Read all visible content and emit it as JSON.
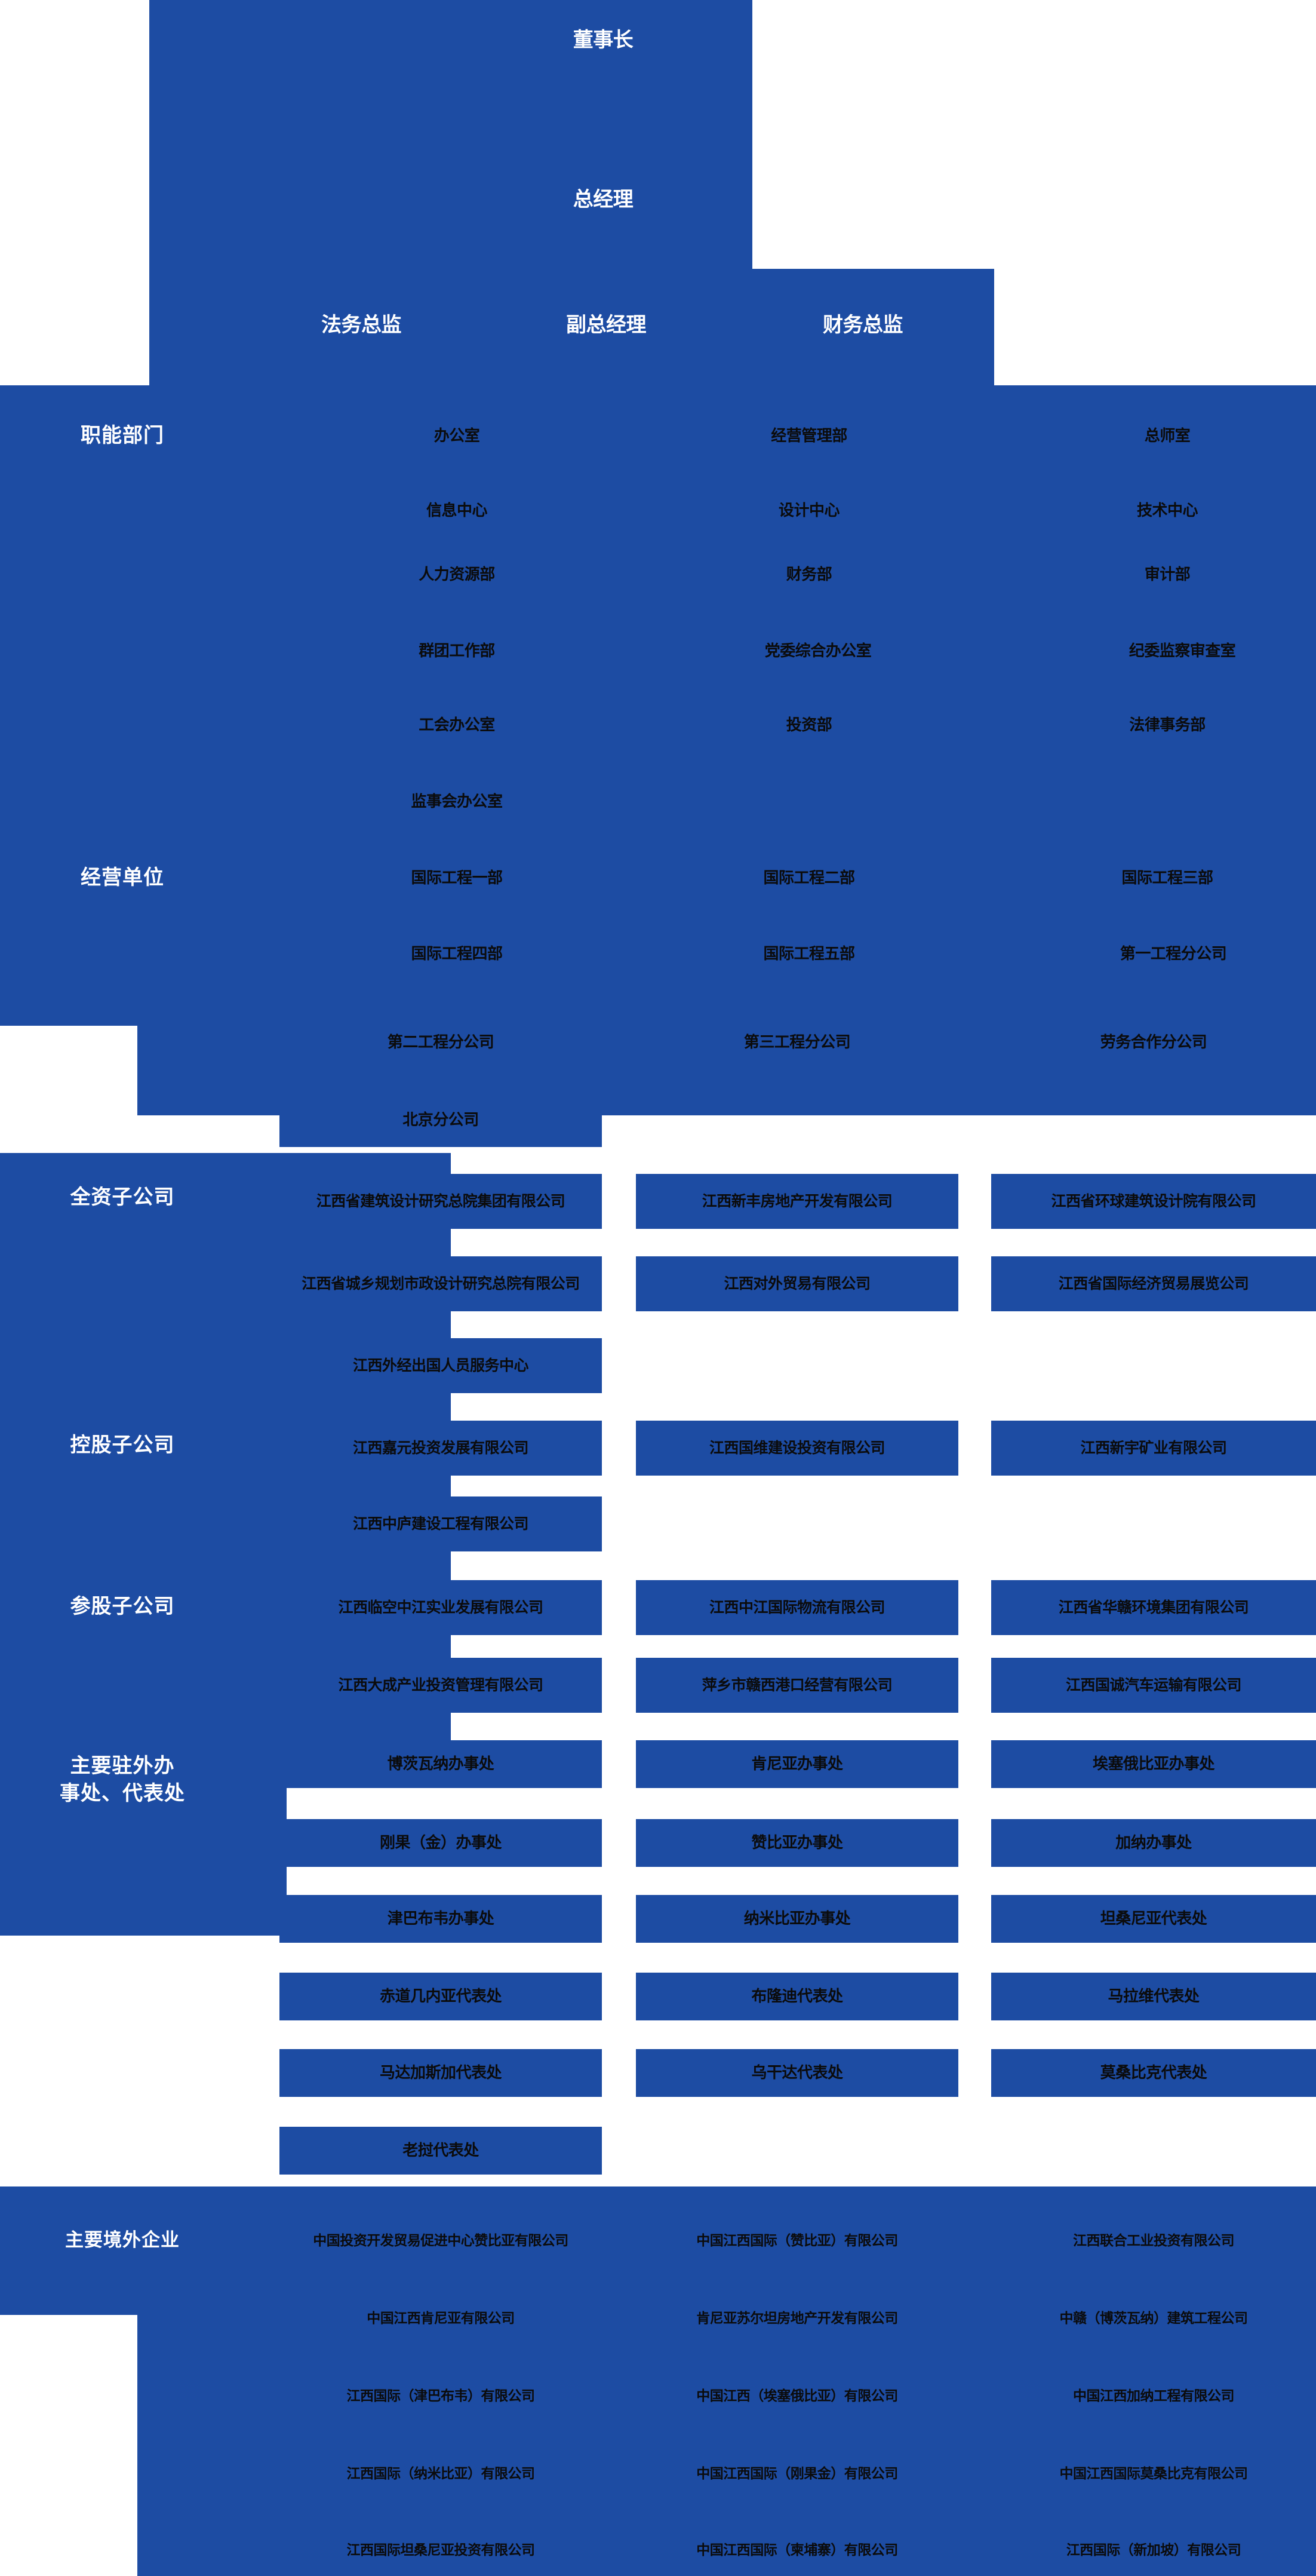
{
  "theme": {
    "brand_blue": "#1d4ca3",
    "text_dark": "#0b0b0b",
    "text_light": "#ffffff",
    "page_background": "#ffffff"
  },
  "executives": {
    "chairman": "董事长",
    "general_manager": "总经理",
    "legal_director": "法务总监",
    "deputy_general_manager": "副总经理",
    "finance_director": "财务总监"
  },
  "sections": [
    {
      "id": "functional-departments",
      "label": "职能部门",
      "rows": [
        [
          "办公室",
          "经营管理部",
          "总师室"
        ],
        [
          "信息中心",
          "设计中心",
          "技术中心"
        ],
        [
          "人力资源部",
          "财务部",
          "审计部"
        ],
        [
          "群团工作部",
          "党委综合办公室",
          "纪委监察审查室"
        ],
        [
          "工会办公室",
          "投资部",
          "法律事务部"
        ],
        [
          "监事会办公室",
          "",
          ""
        ]
      ]
    },
    {
      "id": "business-units",
      "label": "经营单位",
      "rows": [
        [
          "国际工程一部",
          "国际工程二部",
          "国际工程三部"
        ],
        [
          "国际工程四部",
          "国际工程五部",
          "第一工程分公司"
        ],
        [
          "第二工程分公司",
          "第三工程分公司",
          "劳务合作分公司"
        ],
        [
          "北京分公司",
          "",
          ""
        ]
      ]
    },
    {
      "id": "wholly-owned-subsidiaries",
      "label": "全资子公司",
      "rows": [
        [
          "江西省建筑设计研究总院集团有限公司",
          "江西新丰房地产开发有限公司",
          "江西省环球建筑设计院有限公司"
        ],
        [
          "江西省城乡规划市政设计研究总院有限公司",
          "江西对外贸易有限公司",
          "江西省国际经济贸易展览公司"
        ],
        [
          "江西外经出国人员服务中心",
          "",
          ""
        ]
      ]
    },
    {
      "id": "controlled-subsidiaries",
      "label": "控股子公司",
      "rows": [
        [
          "江西嘉元投资发展有限公司",
          "江西国维建设投资有限公司",
          "江西新宇矿业有限公司"
        ],
        [
          "江西中庐建设工程有限公司",
          "",
          ""
        ]
      ]
    },
    {
      "id": "equity-participation-subsidiaries",
      "label": "参股子公司",
      "rows": [
        [
          "江西临空中江实业发展有限公司",
          "江西中江国际物流有限公司",
          "江西省华赣环境集团有限公司"
        ],
        [
          "江西大成产业投资管理有限公司",
          "萍乡市赣西港口经营有限公司",
          "江西国诚汽车运输有限公司"
        ]
      ]
    },
    {
      "id": "overseas-offices",
      "label": "主要驻外办事处、代表处",
      "label_line1": "主要驻外办",
      "label_line2": "事处、代表处",
      "rows": [
        [
          "博茨瓦纳办事处",
          "肯尼亚办事处",
          "埃塞俄比亚办事处"
        ],
        [
          "刚果（金）办事处",
          "赞比亚办事处",
          "加纳办事处"
        ],
        [
          "津巴布韦办事处",
          "纳米比亚办事处",
          "坦桑尼亚代表处"
        ],
        [
          "赤道几内亚代表处",
          "布隆迪代表处",
          "马拉维代表处"
        ],
        [
          "马达加斯加代表处",
          "乌干达代表处",
          "莫桑比克代表处"
        ],
        [
          "老挝代表处",
          "",
          ""
        ]
      ]
    },
    {
      "id": "overseas-enterprises",
      "label": "主要境外企业",
      "rows": [
        [
          "中国投资开发贸易促进中心赞比亚有限公司",
          "中国江西国际（赞比亚）有限公司",
          "江西联合工业投资有限公司"
        ],
        [
          "中国江西肯尼亚有限公司",
          "肯尼亚苏尔坦房地产开发有限公司",
          "中赣（博茨瓦纳）建筑工程公司"
        ],
        [
          "江西国际（津巴布韦）有限公司",
          "中国江西（埃塞俄比亚）有限公司",
          "中国江西加纳工程有限公司"
        ],
        [
          "江西国际（纳米比亚）有限公司",
          "中国江西国际（刚果金）有限公司",
          "中国江西国际莫桑比克有限公司"
        ],
        [
          "江西国际坦桑尼亚投资有限公司",
          "中国江西国际（柬埔寨）有限公司",
          "江西国际（新加坡）有限公司"
        ]
      ]
    }
  ]
}
